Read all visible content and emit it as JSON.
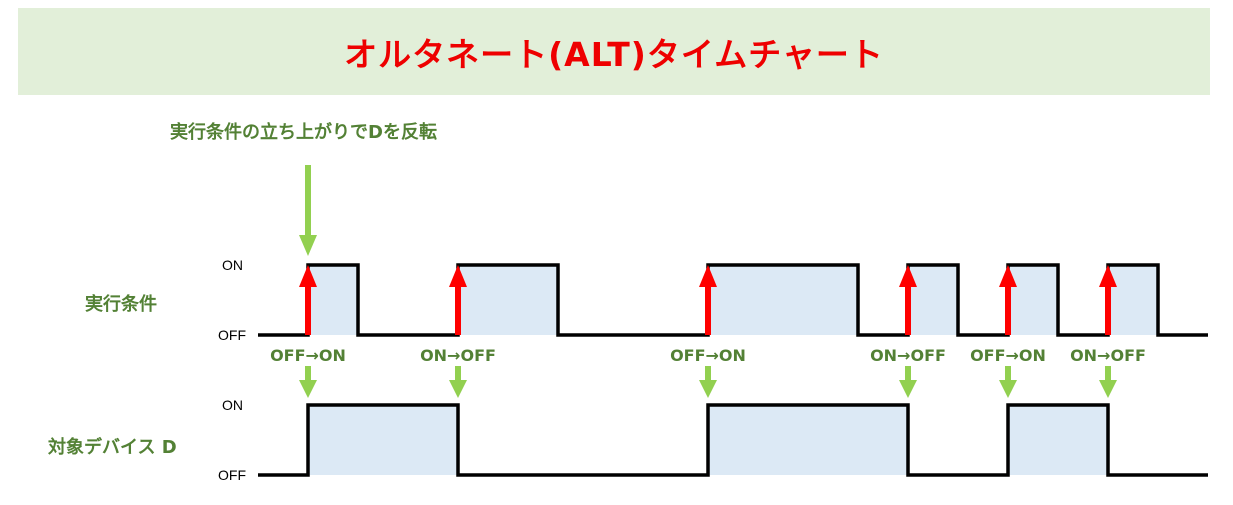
{
  "title": "オルタネート(ALT)タイムチャート",
  "note": "実行条件の立ち上がりでDを反転",
  "signals": {
    "condition": {
      "label": "実行条件",
      "on": "ON",
      "off": "OFF",
      "pulses": [
        [
          1,
          2
        ],
        [
          4,
          6
        ],
        [
          9,
          12
        ],
        [
          13,
          14
        ],
        [
          15,
          16
        ],
        [
          17,
          18
        ]
      ]
    },
    "device": {
      "label": "対象デバイス D",
      "on": "ON",
      "off": "OFF",
      "pulses": [
        [
          1,
          4
        ],
        [
          9,
          13
        ],
        [
          15,
          17
        ]
      ]
    }
  },
  "time_range": [
    0,
    19
  ],
  "transitions": [
    {
      "t": 1,
      "text": "OFF→ON"
    },
    {
      "t": 4,
      "text": "ON→OFF"
    },
    {
      "t": 9,
      "text": "OFF→ON"
    },
    {
      "t": 13,
      "text": "ON→OFF"
    },
    {
      "t": 15,
      "text": "OFF→ON"
    },
    {
      "t": 17,
      "text": "ON→OFF"
    }
  ],
  "colors": {
    "title": "#ee0000",
    "green_text": "#538135",
    "green_arrow": "#92d050",
    "red_arrow": "#ff0000",
    "fill": "#dce9f5",
    "banner": "#e2efd9"
  }
}
